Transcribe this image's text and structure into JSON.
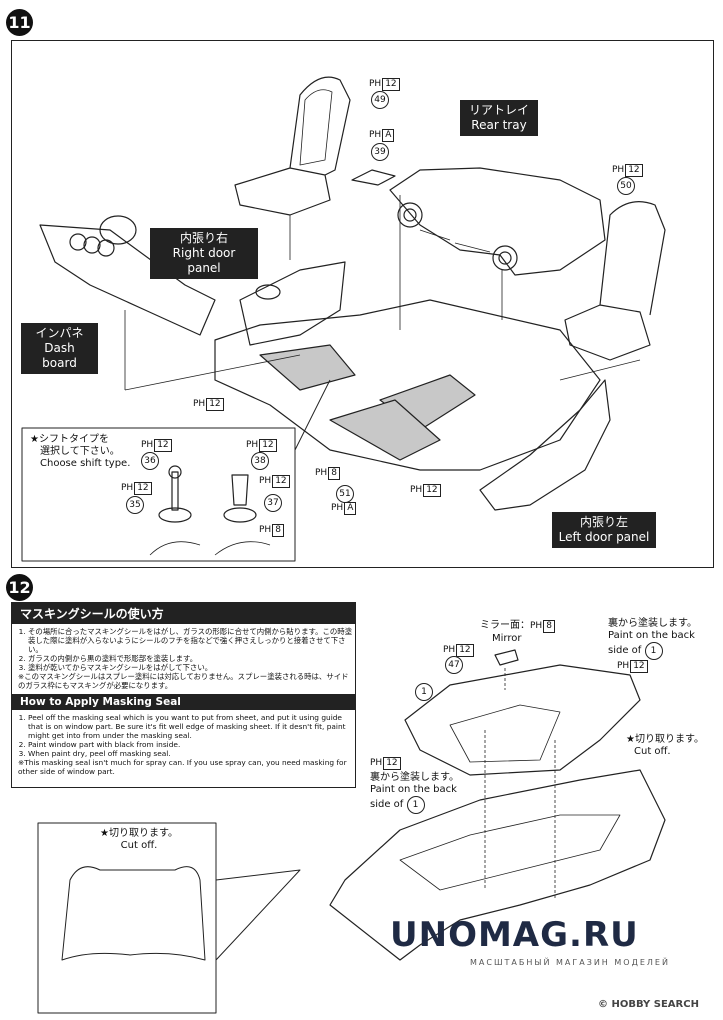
{
  "steps": {
    "s11": "11",
    "s12": "12"
  },
  "labels": {
    "rear_tray_jp": "リアトレイ",
    "rear_tray_en": "Rear tray",
    "right_door_jp": "内張り右",
    "right_door_en": "Right door panel",
    "dash_jp": "インパネ",
    "dash_en": "Dash board",
    "left_door_jp": "内張り左",
    "left_door_en": "Left door panel"
  },
  "parts": {
    "p49": "49",
    "p39": "39",
    "p50": "50",
    "p36": "36",
    "p35": "35",
    "p38": "38",
    "p37": "37",
    "p51": "51",
    "p47": "47",
    "p1": "1"
  },
  "paint": {
    "ph12": "12",
    "ph8": "8",
    "a": "A",
    "ph_prefix": "PH"
  },
  "shift_box": {
    "jp1": "★シフトタイプを",
    "jp2": "選択して下さい。",
    "en": "Choose shift type."
  },
  "masking": {
    "jp_title": "マスキングシールの使い方",
    "jp_items": [
      "その場所に合ったマスキングシールをはがし、ガラスの形彫に合せて内側から貼ります。この時塗装した際に塗料が入らないようにシールのフチを指などで強く押さえしっかりと接着させて下さい。",
      "ガラスの内側から黒の塗料で形彫部を塗装します。",
      "塗料が乾いてからマスキングシールをはがして下さい。"
    ],
    "jp_note": "※このマスキングシールはスプレー塗料には対応しておりません。スプレー塗装される時は、サイドのガラス枠にもマスキングが必要になります。",
    "en_title": "How to Apply Masking Seal",
    "en_items": [
      "Peel off the masking seal which is you want to put from sheet, and put it using guide that is on window part. Be sure it's fit well edge of masking sheet. If it desn't fit, paint might get into from under the masking seal.",
      "Paint window part with black from inside.",
      "When paint dry, peel off masking seal."
    ],
    "en_note": "※This masking seal isn't much for spray can. If you use spray can, you need masking for other side of window part."
  },
  "step12": {
    "mirror_jp": "ミラー面：",
    "mirror_en": "Mirror",
    "back_jp_top": "裏から塗装します。",
    "back_en_top1": "Paint on the back",
    "back_en_top2": "side of",
    "cutoff_jp_right": "★切り取ります。",
    "cutoff_en_right": "Cut off.",
    "back_jp_left": "裏から塗装します。",
    "back_en_left1": "Paint on the back",
    "back_en_left2": "side of",
    "cutoff_jp_inset": "★切り取ります。",
    "cutoff_en_inset": "Cut off."
  },
  "watermark": {
    "main": "UNOMAG.RU",
    "sub": "МАСШТАБНЫЙ МАГАЗИН МОДЕЛЕЙ",
    "hobby": "© HOBBY SEARCH"
  }
}
